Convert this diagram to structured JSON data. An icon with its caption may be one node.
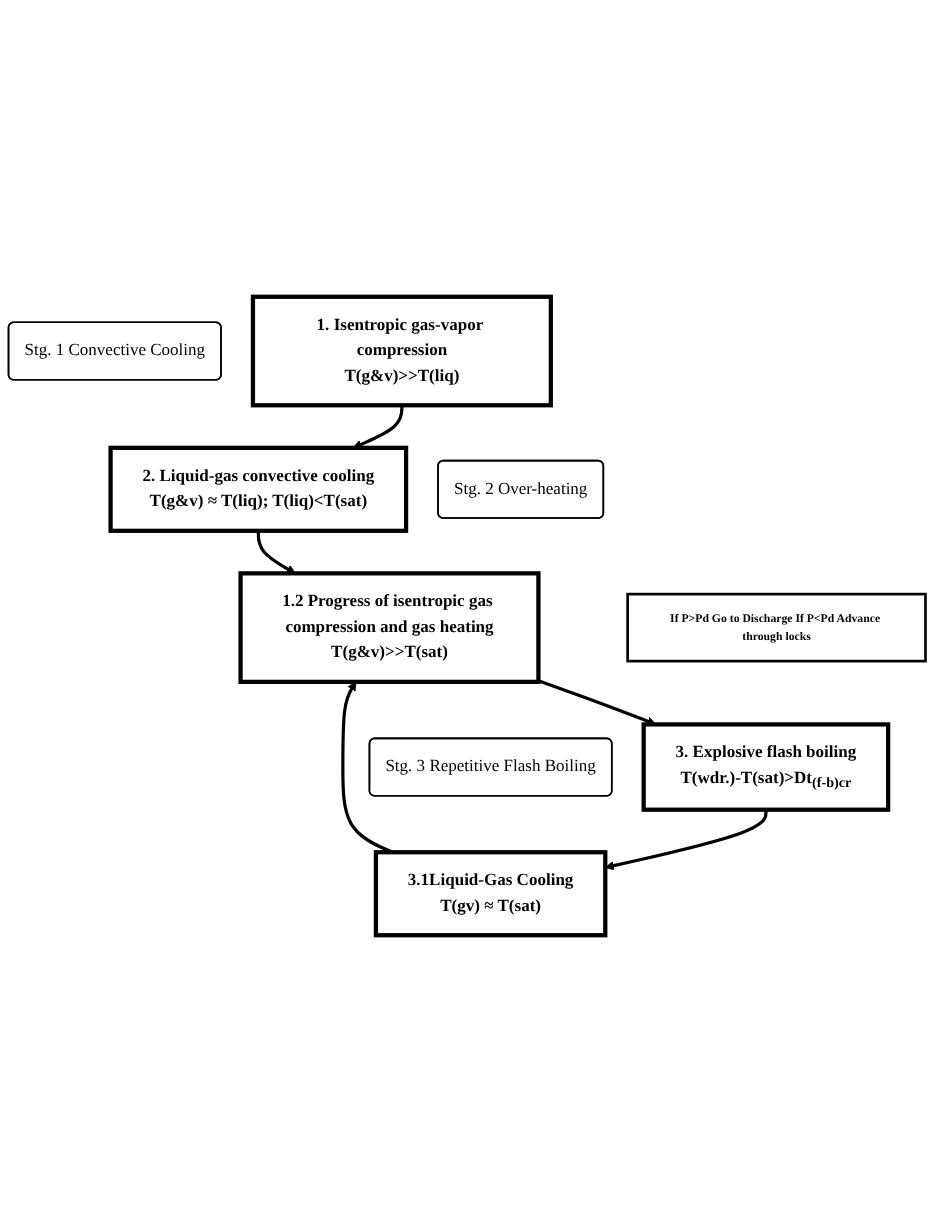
{
  "diagram": {
    "nodes": [
      {
        "text": [
          "1. Isentropic gas-vapor compression",
          "T(g&v)>>T(liq)"
        ]
      },
      {
        "text": [
          "Stg. 1 Convective Cooling"
        ]
      },
      {
        "text": [
          "2. Liquid-gas convective cooling",
          "T(g&v) ≈ T(liq); T(liq)<T(sat)"
        ]
      },
      {
        "text": [
          "Stg. 2 Over-heating"
        ]
      },
      {
        "text": [
          "1.2 Progress of isentropic gas compression and gas heating",
          "T(g&v)>>T(sat)"
        ]
      },
      {
        "text": [
          "If P>Pd Go to Discharge If P<Pd Advance through locks"
        ]
      },
      {
        "text": [
          "3. Explosive flash boiling",
          "T(wdr.)-T(sat)>Dt$_{(f-b)cr}$"
        ]
      },
      {
        "text": [
          "Stg. 3 Repetitive Flash Boiling"
        ]
      },
      {
        "text": [
          "3.1Liquid-Gas Cooling",
          "T(gv) ≈ T(sat)"
        ]
      }
    ],
    "edges": [
      {
        "from": 0,
        "to": 2,
        "arrow": "to"
      },
      {
        "from": 2,
        "to": 4,
        "arrow": "to"
      },
      {
        "from": 4,
        "to": 6,
        "arrow": "to"
      },
      {
        "from": 6,
        "to": 8,
        "arrow": "to"
      },
      {
        "from": 8,
        "to": 4,
        "arrow": "to"
      }
    ]
  }
}
